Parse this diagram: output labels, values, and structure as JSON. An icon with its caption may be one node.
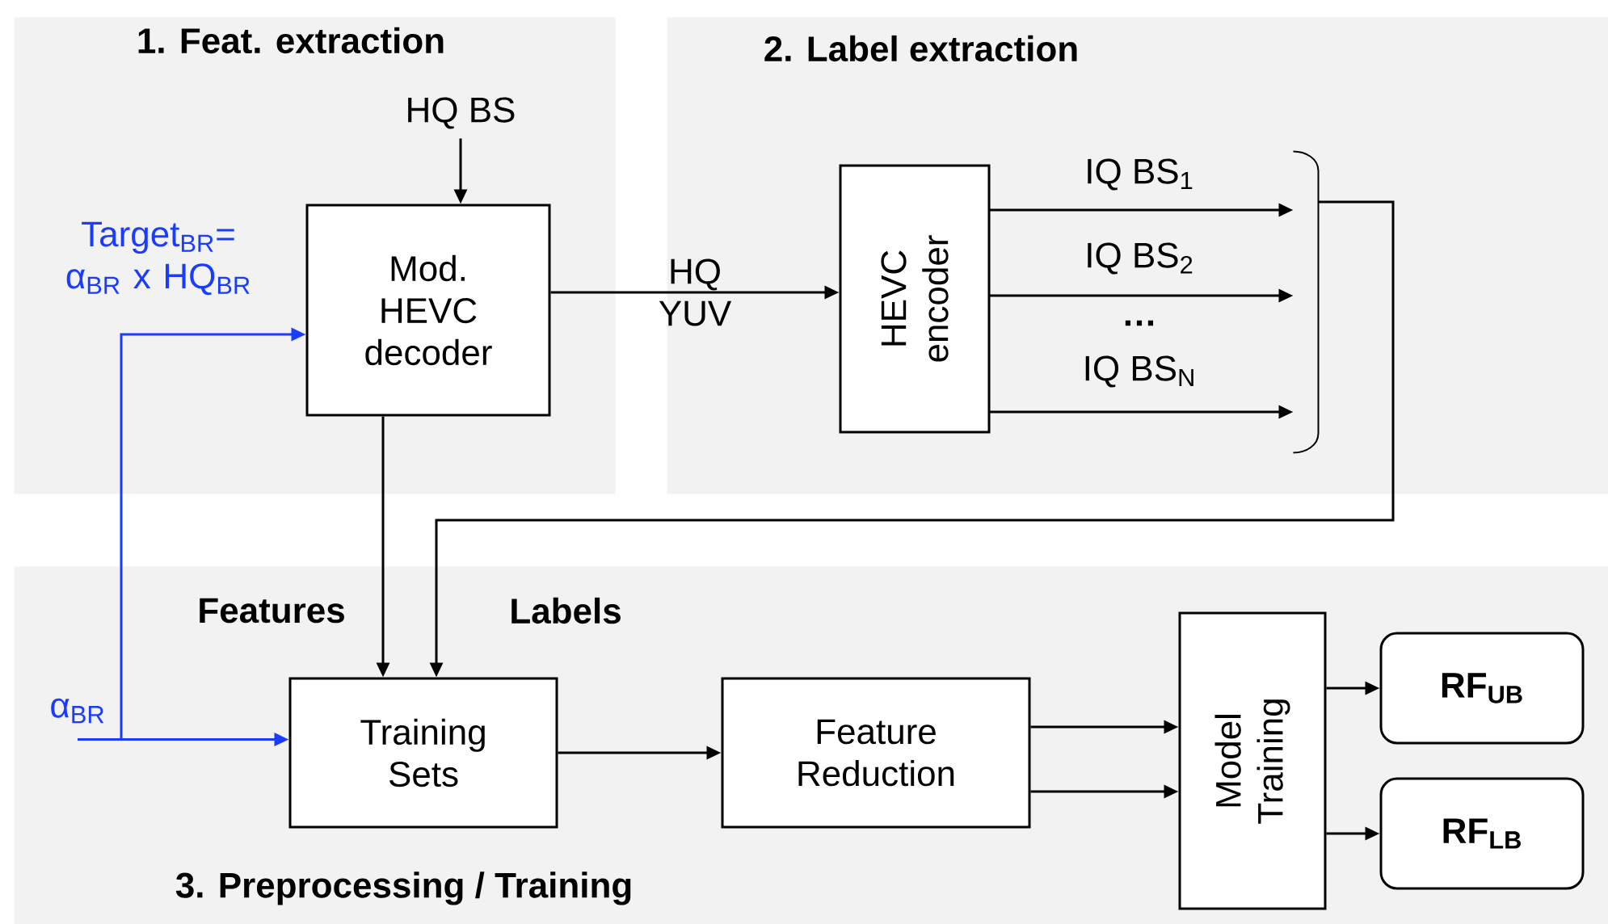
{
  "diagram": {
    "nodes": [
      {
        "text": [
          "1. Feat. extraction"
        ]
      },
      {
        "text": [
          "HQ BS"
        ],
        "in": 0
      },
      {
        "text": [
          "Mod. HEVC decoder"
        ],
        "in": 0
      },
      {
        "text": [
          "2. Label extraction"
        ]
      },
      {
        "text": [
          "HEVC encoder"
        ],
        "in": 3
      },
      {
        "text": [],
        "shape": "bracket",
        "in": 3
      },
      {
        "text": [
          "3. Preprocessing / Training"
        ]
      },
      {
        "text": [
          "α$_{BR}$"
        ],
        "in": 6
      },
      {
        "text": [
          "Training Sets"
        ],
        "in": 6
      },
      {
        "text": [
          "Feature Reduction"
        ],
        "in": 6
      },
      {
        "text": [
          "Model Training"
        ],
        "in": 6
      },
      {
        "text": [
          "RF$_{UB}$"
        ],
        "in": 6
      },
      {
        "text": [
          "RF$_{LB}$"
        ],
        "in": 6
      }
    ],
    "edges": [
      {
        "from": 1,
        "to": 2,
        "arrow": "to"
      },
      {
        "from": 2,
        "to": 4,
        "arrow": "to",
        "label": "HQ YUV"
      },
      {
        "from": 4,
        "to": 5,
        "arrow": "to",
        "label": "IQ BS$_{1}$"
      },
      {
        "from": 4,
        "to": 5,
        "arrow": "to",
        "label": "IQ BS$_{2}$"
      },
      {
        "from": 4,
        "to": 5,
        "arrow": "to",
        "label": "IQ BS$_{N}$"
      },
      {
        "from": 5,
        "to": 8,
        "arrow": "to",
        "label": "Labels"
      },
      {
        "from": 2,
        "to": 8,
        "arrow": "to",
        "label": "Features"
      },
      {
        "from": 7,
        "to": 2,
        "arrow": "to",
        "label": "Target$_{BR}$= α$_{BR}$ x HQ$_{BR}$",
        "color": "#1a3cff"
      },
      {
        "from": 7,
        "to": 8,
        "arrow": "to",
        "color": "#1a3cff"
      },
      {
        "from": 8,
        "to": 9,
        "arrow": "to"
      },
      {
        "from": 9,
        "to": 10,
        "arrow": "to"
      },
      {
        "from": 9,
        "to": 10,
        "arrow": "to"
      },
      {
        "from": 10,
        "to": 11,
        "arrow": "to"
      },
      {
        "from": 10,
        "to": 12,
        "arrow": "to"
      }
    ],
    "labels": [
      "…"
    ]
  }
}
